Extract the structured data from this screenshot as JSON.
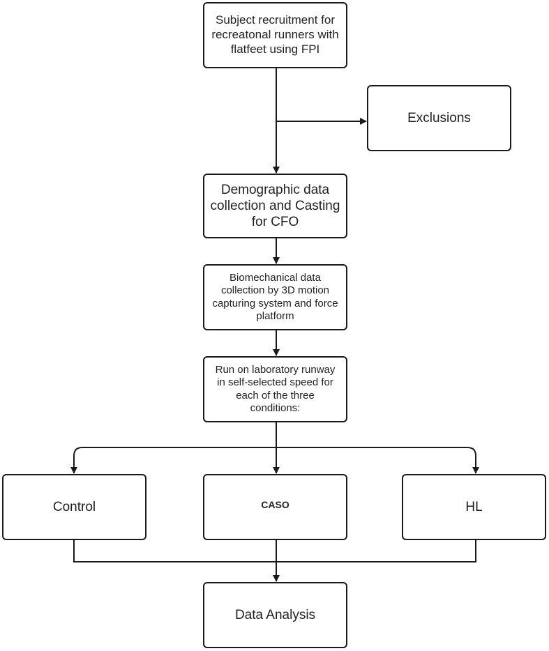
{
  "boxes": {
    "recruitment": "Subject recruitment for recreatonal runners with flatfeet using FPI",
    "exclusions": "Exclusions",
    "demographic": "Demographic data collection and Casting for CFO",
    "biomechanical": "Biomechanical data collection by 3D motion capturing system and force platform",
    "run": "Run on laboratory runway in self-selected speed for each of the three conditions:",
    "control": "Control",
    "caso": "CASO",
    "hl": "HL",
    "analysis": "Data Analysis"
  },
  "colors": {
    "line": "#1a1a1a",
    "fill": "#ffffff",
    "text": "#222222"
  }
}
